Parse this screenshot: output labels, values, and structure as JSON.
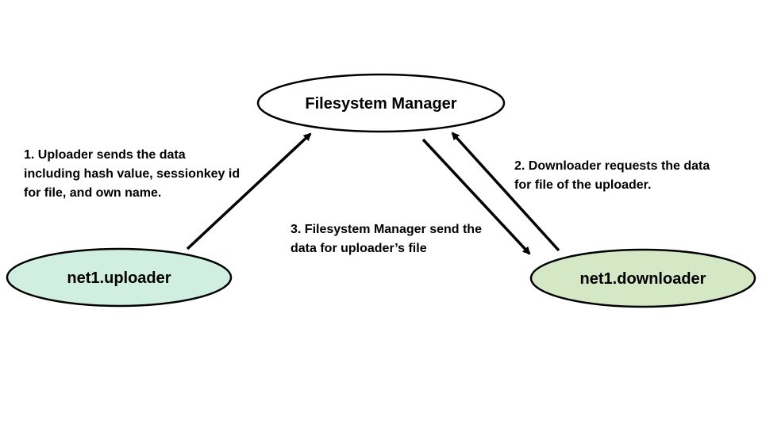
{
  "nodes": {
    "filesystem_manager": {
      "label": "Filesystem Manager",
      "fill": "#ffffff"
    },
    "uploader": {
      "label": "net1.uploader",
      "fill": "#d0efe0"
    },
    "downloader": {
      "label": "net1.downloader",
      "fill": "#d5e8c6"
    }
  },
  "steps": {
    "step1": "1. Uploader sends the data\nincluding hash value, sessionkey id\nfor file, and own name.",
    "step2": "2. Downloader requests the data\nfor file of the uploader.",
    "step3": "3. Filesystem Manager send the\ndata for uploader’s file"
  },
  "colors": {
    "stroke": "#000000",
    "text": "#000000"
  }
}
